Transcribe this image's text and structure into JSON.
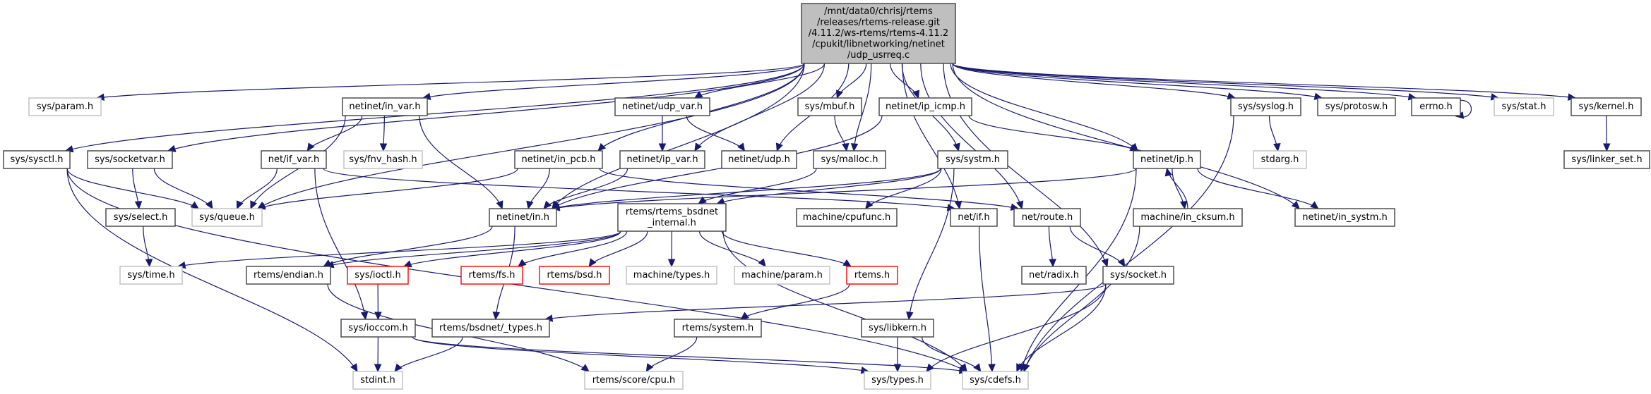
{
  "diagram": {
    "type": "include-dependency-graph",
    "edge_color": "#191970",
    "legend_styles": {
      "root": {
        "fill": "#bfbfbf",
        "border": "#404040"
      },
      "documented": {
        "fill": "#ffffff",
        "border": "#404040"
      },
      "undocumented": {
        "fill": "#ffffff",
        "border": "#bfbfbf"
      },
      "truncated": {
        "fill": "#ffffff",
        "border": "#ff0000"
      }
    },
    "nodes": [
      {
        "id": "root",
        "lines": [
          "/mnt/data0/chrisj/rtems",
          "/releases/rtems-release.git",
          "/4.11.2/ws-rtems/rtems-4.11.2",
          "/cpukit/libnetworking/netinet",
          "/udp_usrreq.c"
        ],
        "style": "root"
      },
      {
        "id": "sys_param",
        "lines": [
          "sys/param.h"
        ],
        "style": "undocumented"
      },
      {
        "id": "netinet_in_var",
        "lines": [
          "netinet/in_var.h"
        ],
        "style": "documented"
      },
      {
        "id": "netinet_udp_var",
        "lines": [
          "netinet/udp_var.h"
        ],
        "style": "documented"
      },
      {
        "id": "sys_mbuf",
        "lines": [
          "sys/mbuf.h"
        ],
        "style": "documented"
      },
      {
        "id": "netinet_ip_icmp",
        "lines": [
          "netinet/ip_icmp.h"
        ],
        "style": "documented"
      },
      {
        "id": "sys_syslog",
        "lines": [
          "sys/syslog.h"
        ],
        "style": "documented"
      },
      {
        "id": "sys_protosw",
        "lines": [
          "sys/protosw.h"
        ],
        "style": "documented"
      },
      {
        "id": "errno",
        "lines": [
          "errno.h"
        ],
        "style": "documented"
      },
      {
        "id": "sys_stat",
        "lines": [
          "sys/stat.h"
        ],
        "style": "undocumented"
      },
      {
        "id": "sys_kernel",
        "lines": [
          "sys/kernel.h"
        ],
        "style": "documented"
      },
      {
        "id": "sys_sysctl",
        "lines": [
          "sys/sysctl.h"
        ],
        "style": "documented"
      },
      {
        "id": "sys_socketvar",
        "lines": [
          "sys/socketvar.h"
        ],
        "style": "documented"
      },
      {
        "id": "net_if_var",
        "lines": [
          "net/if_var.h"
        ],
        "style": "documented"
      },
      {
        "id": "sys_fnv_hash",
        "lines": [
          "sys/fnv_hash.h"
        ],
        "style": "undocumented"
      },
      {
        "id": "netinet_in_pcb",
        "lines": [
          "netinet/in_pcb.h"
        ],
        "style": "documented"
      },
      {
        "id": "netinet_ip_var",
        "lines": [
          "netinet/ip_var.h"
        ],
        "style": "documented"
      },
      {
        "id": "netinet_udp",
        "lines": [
          "netinet/udp.h"
        ],
        "style": "documented"
      },
      {
        "id": "sys_malloc",
        "lines": [
          "sys/malloc.h"
        ],
        "style": "documented"
      },
      {
        "id": "sys_systm",
        "lines": [
          "sys/systm.h"
        ],
        "style": "documented"
      },
      {
        "id": "netinet_ip",
        "lines": [
          "netinet/ip.h"
        ],
        "style": "documented"
      },
      {
        "id": "stdarg",
        "lines": [
          "stdarg.h"
        ],
        "style": "undocumented"
      },
      {
        "id": "sys_linker_set",
        "lines": [
          "sys/linker_set.h"
        ],
        "style": "documented"
      },
      {
        "id": "sys_select",
        "lines": [
          "sys/select.h"
        ],
        "style": "documented"
      },
      {
        "id": "sys_queue",
        "lines": [
          "sys/queue.h"
        ],
        "style": "undocumented"
      },
      {
        "id": "netinet_in",
        "lines": [
          "netinet/in.h"
        ],
        "style": "documented"
      },
      {
        "id": "rtems_bsdnet_internal",
        "lines": [
          "rtems/rtems_bsdnet",
          "_internal.h"
        ],
        "style": "documented"
      },
      {
        "id": "machine_cpufunc",
        "lines": [
          "machine/cpufunc.h"
        ],
        "style": "documented"
      },
      {
        "id": "net_if",
        "lines": [
          "net/if.h"
        ],
        "style": "documented"
      },
      {
        "id": "net_route",
        "lines": [
          "net/route.h"
        ],
        "style": "documented"
      },
      {
        "id": "machine_in_cksum",
        "lines": [
          "machine/in_cksum.h"
        ],
        "style": "documented"
      },
      {
        "id": "netinet_in_systm",
        "lines": [
          "netinet/in_systm.h"
        ],
        "style": "documented"
      },
      {
        "id": "sys_time",
        "lines": [
          "sys/time.h"
        ],
        "style": "undocumented"
      },
      {
        "id": "rtems_endian",
        "lines": [
          "rtems/endian.h"
        ],
        "style": "documented"
      },
      {
        "id": "sys_ioctl",
        "lines": [
          "sys/ioctl.h"
        ],
        "style": "truncated"
      },
      {
        "id": "rtems_fs",
        "lines": [
          "rtems/fs.h"
        ],
        "style": "truncated"
      },
      {
        "id": "rtems_bsd",
        "lines": [
          "rtems/bsd.h"
        ],
        "style": "truncated"
      },
      {
        "id": "machine_types",
        "lines": [
          "machine/types.h"
        ],
        "style": "undocumented"
      },
      {
        "id": "machine_param",
        "lines": [
          "machine/param.h"
        ],
        "style": "undocumented"
      },
      {
        "id": "rtems_h",
        "lines": [
          "rtems.h"
        ],
        "style": "truncated"
      },
      {
        "id": "net_radix",
        "lines": [
          "net/radix.h"
        ],
        "style": "documented"
      },
      {
        "id": "sys_socket",
        "lines": [
          "sys/socket.h"
        ],
        "style": "documented"
      },
      {
        "id": "sys_ioccom",
        "lines": [
          "sys/ioccom.h"
        ],
        "style": "documented"
      },
      {
        "id": "rtems_bsdnet_types",
        "lines": [
          "rtems/bsdnet/_types.h"
        ],
        "style": "documented"
      },
      {
        "id": "rtems_system",
        "lines": [
          "rtems/system.h"
        ],
        "style": "documented"
      },
      {
        "id": "sys_libkern",
        "lines": [
          "sys/libkern.h"
        ],
        "style": "documented"
      },
      {
        "id": "stdint",
        "lines": [
          "stdint.h"
        ],
        "style": "undocumented"
      },
      {
        "id": "rtems_score_cpu",
        "lines": [
          "rtems/score/cpu.h"
        ],
        "style": "undocumented"
      },
      {
        "id": "sys_types",
        "lines": [
          "sys/types.h"
        ],
        "style": "undocumented"
      },
      {
        "id": "sys_cdefs",
        "lines": [
          "sys/cdefs.h"
        ],
        "style": "undocumented"
      }
    ],
    "edges": [
      [
        "root",
        "sys_param"
      ],
      [
        "root",
        "netinet_in_var"
      ],
      [
        "root",
        "netinet_udp_var"
      ],
      [
        "root",
        "sys_mbuf"
      ],
      [
        "root",
        "netinet_ip_icmp"
      ],
      [
        "root",
        "sys_syslog"
      ],
      [
        "root",
        "sys_protosw"
      ],
      [
        "root",
        "errno"
      ],
      [
        "root",
        "sys_stat"
      ],
      [
        "root",
        "sys_kernel"
      ],
      [
        "root",
        "sys_sysctl"
      ],
      [
        "root",
        "sys_socketvar"
      ],
      [
        "root",
        "sys_queue"
      ],
      [
        "root",
        "netinet_in"
      ],
      [
        "root",
        "netinet_in_pcb"
      ],
      [
        "root",
        "netinet_ip_var"
      ],
      [
        "root",
        "netinet_udp"
      ],
      [
        "root",
        "sys_malloc"
      ],
      [
        "root",
        "sys_systm"
      ],
      [
        "root",
        "net_if"
      ],
      [
        "root",
        "net_route"
      ],
      [
        "root",
        "netinet_ip"
      ],
      [
        "root",
        "netinet_in_systm"
      ],
      [
        "root",
        "sys_socket"
      ],
      [
        "errno",
        "errno"
      ],
      [
        "sys_kernel",
        "sys_linker_set"
      ],
      [
        "sys_syslog",
        "stdarg"
      ],
      [
        "sys_syslog",
        "sys_cdefs"
      ],
      [
        "netinet_in_var",
        "net_if_var"
      ],
      [
        "netinet_in_var",
        "sys_fnv_hash"
      ],
      [
        "netinet_in_var",
        "netinet_in"
      ],
      [
        "netinet_in_var",
        "sys_queue"
      ],
      [
        "netinet_udp_var",
        "netinet_ip_var"
      ],
      [
        "netinet_udp_var",
        "netinet_udp"
      ],
      [
        "sys_mbuf",
        "sys_malloc"
      ],
      [
        "netinet_ip_icmp",
        "netinet_ip"
      ],
      [
        "netinet_ip_icmp",
        "netinet_in"
      ],
      [
        "sys_sysctl",
        "sys_queue"
      ],
      [
        "sys_sysctl",
        "stdint"
      ],
      [
        "sys_sysctl",
        "sys_cdefs"
      ],
      [
        "sys_socketvar",
        "sys_select"
      ],
      [
        "sys_socketvar",
        "sys_queue"
      ],
      [
        "net_if_var",
        "sys_queue"
      ],
      [
        "net_if_var",
        "net_if"
      ],
      [
        "net_if_var",
        "sys_ioccom"
      ],
      [
        "netinet_in_pcb",
        "sys_queue"
      ],
      [
        "netinet_in_pcb",
        "netinet_in"
      ],
      [
        "netinet_in_pcb",
        "net_route"
      ],
      [
        "netinet_ip_var",
        "netinet_in"
      ],
      [
        "sys_malloc",
        "rtems_bsdnet_internal"
      ],
      [
        "sys_systm",
        "rtems_bsdnet_internal"
      ],
      [
        "sys_systm",
        "machine_cpufunc"
      ],
      [
        "sys_systm",
        "sys_libkern"
      ],
      [
        "sys_systm",
        "netinet_in"
      ],
      [
        "netinet_ip",
        "netinet_in"
      ],
      [
        "netinet_ip",
        "machine_in_cksum"
      ],
      [
        "netinet_ip",
        "netinet_in_systm"
      ],
      [
        "netinet_ip",
        "sys_cdefs"
      ],
      [
        "machine_in_cksum",
        "netinet_ip"
      ],
      [
        "machine_in_cksum",
        "sys_cdefs"
      ],
      [
        "sys_select",
        "sys_time"
      ],
      [
        "netinet_in",
        "rtems_endian"
      ],
      [
        "netinet_in",
        "rtems_bsdnet_types"
      ],
      [
        "rtems_bsdnet_internal",
        "sys_time"
      ],
      [
        "rtems_bsdnet_internal",
        "rtems_endian"
      ],
      [
        "rtems_bsdnet_internal",
        "sys_ioctl"
      ],
      [
        "rtems_bsdnet_internal",
        "rtems_fs"
      ],
      [
        "rtems_bsdnet_internal",
        "rtems_bsd"
      ],
      [
        "rtems_bsdnet_internal",
        "machine_types"
      ],
      [
        "rtems_bsdnet_internal",
        "machine_param"
      ],
      [
        "rtems_bsdnet_internal",
        "rtems_h"
      ],
      [
        "rtems_bsdnet_internal",
        "sys_cdefs"
      ],
      [
        "net_if",
        "sys_cdefs"
      ],
      [
        "net_route",
        "net_radix"
      ],
      [
        "net_route",
        "sys_socket"
      ],
      [
        "rtems_endian",
        "rtems_score_cpu"
      ],
      [
        "sys_ioctl",
        "sys_ioccom"
      ],
      [
        "rtems_h",
        "rtems_system"
      ],
      [
        "sys_socket",
        "rtems_bsdnet_types"
      ],
      [
        "sys_socket",
        "sys_types"
      ],
      [
        "sys_socket",
        "sys_cdefs"
      ],
      [
        "sys_ioccom",
        "stdint"
      ],
      [
        "sys_ioccom",
        "sys_types"
      ],
      [
        "sys_ioccom",
        "sys_cdefs"
      ],
      [
        "rtems_bsdnet_types",
        "stdint"
      ],
      [
        "rtems_system",
        "rtems_score_cpu"
      ],
      [
        "sys_libkern",
        "sys_types"
      ],
      [
        "sys_libkern",
        "sys_cdefs"
      ]
    ]
  }
}
